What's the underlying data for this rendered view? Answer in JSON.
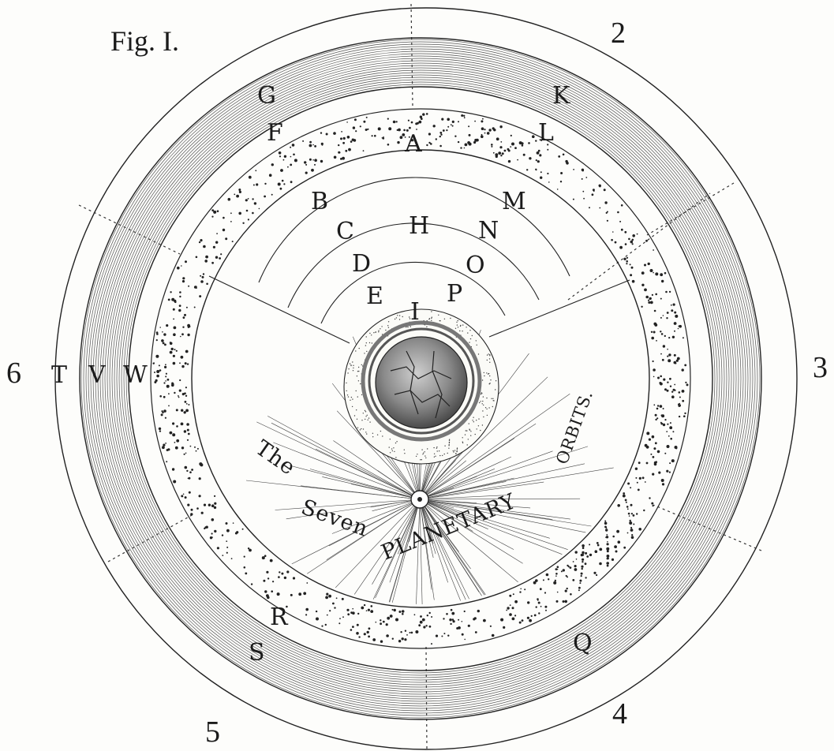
{
  "figure": {
    "title": "Fig. I.",
    "caption_words": [
      "The",
      "Seven",
      "PLANETARY",
      "ORBITS."
    ],
    "sector_numbers": {
      "n2": "2",
      "n3": "3",
      "n4": "4",
      "n5": "5",
      "n6": "6"
    },
    "ring_letters": {
      "G": "G",
      "K": "K",
      "F": "F",
      "L": "L",
      "A": "A",
      "B": "B",
      "M": "M",
      "C": "C",
      "H": "H",
      "N": "N",
      "D": "D",
      "O": "O",
      "E": "E",
      "P": "P",
      "I": "I",
      "T": "T",
      "V": "V",
      "W": "W",
      "R": "R",
      "S": "S",
      "Q": "Q"
    }
  }
}
